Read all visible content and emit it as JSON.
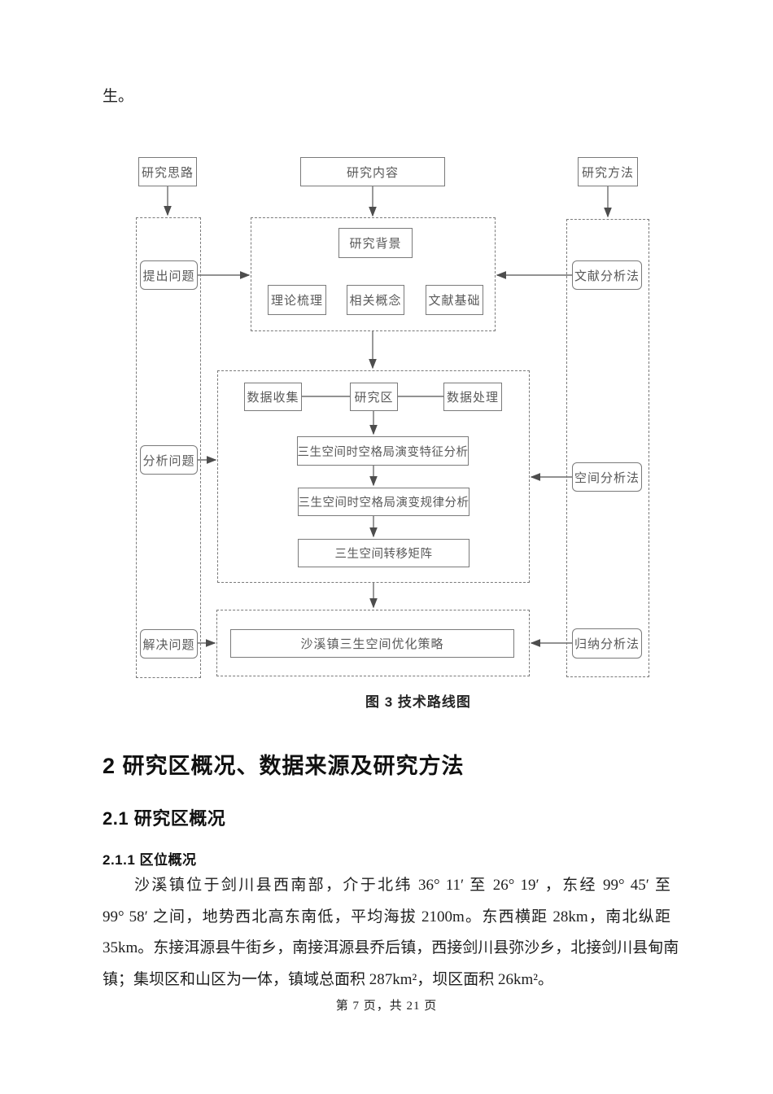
{
  "page": {
    "top_text": "生。"
  },
  "flowchart": {
    "top_row": {
      "left": "研究思路",
      "center": "研究内容",
      "right": "研究方法"
    },
    "left_column": {
      "items": [
        "提出问题",
        "分析问题",
        "解决问题"
      ]
    },
    "right_column": {
      "items": [
        "文献分析法",
        "空间分析法",
        "归纳分析法"
      ]
    },
    "stage1": {
      "title": "研究背景",
      "items": [
        "理论梳理",
        "相关概念",
        "文献基础"
      ]
    },
    "stage2": {
      "row": [
        "数据收集",
        "研究区",
        "数据处理"
      ],
      "steps": [
        "三生空间时空格局演变特征分析",
        "三生空间时空格局演变规律分析",
        "三生空间转移矩阵"
      ]
    },
    "stage3": {
      "box": "沙溪镇三生空间优化策略"
    },
    "caption": "图 3 技术路线图"
  },
  "sections": {
    "h1": "2  研究区概况、数据来源及研究方法",
    "h2": "2.1 研究区概况",
    "h3": "2.1.1 区位概况"
  },
  "paragraph": {
    "lines": [
      "沙溪镇位于剑川县西南部，介于北纬 36° 11′ 至 26° 19′ ，东经 99° 45′ 至",
      "99° 58′ 之间，地势西北高东南低，平均海拔 2100m。东西横距 28km，南北纵距",
      "35km。东接洱源县牛街乡，南接洱源县乔后镇，西接剑川县弥沙乡，北接剑川县甸南",
      "镇；集坝区和山区为一体，镇域总面积 287km²，坝区面积 26km²。"
    ]
  },
  "footer": {
    "text": "第 7 页，共 21 页"
  },
  "colors": {
    "line": "#7a7a7a",
    "flowchart_text": "#595959",
    "body_text": "#1f1f1f"
  }
}
